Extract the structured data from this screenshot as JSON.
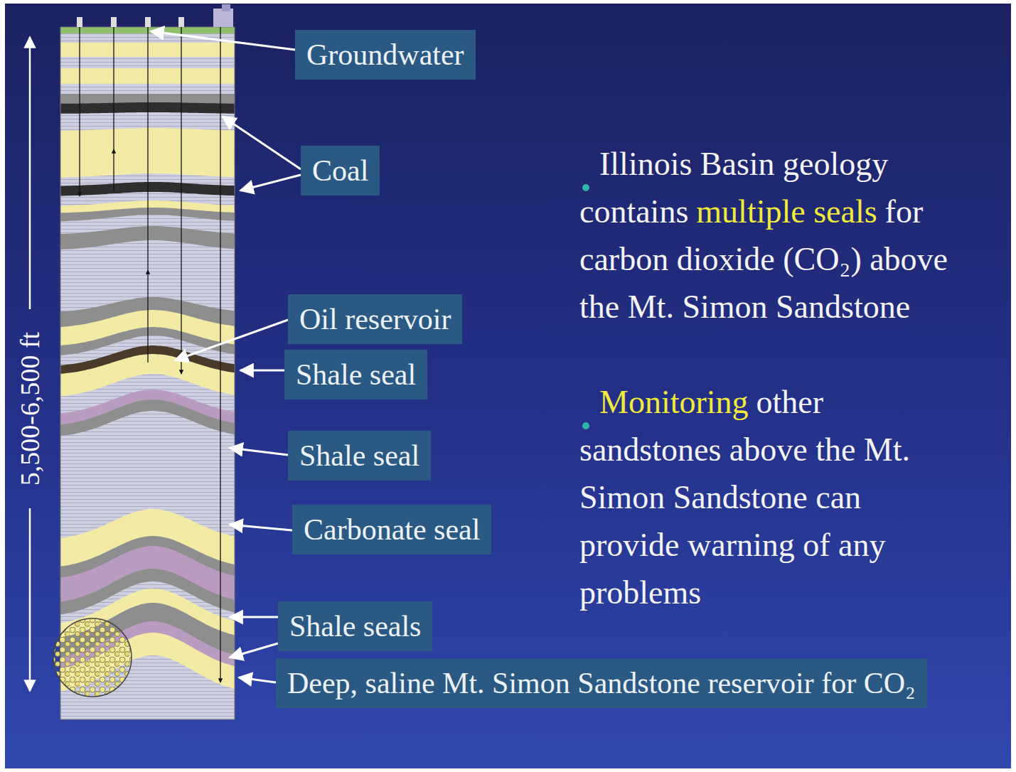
{
  "diagram": {
    "nodes": [
      {
        "text": [
          "Groundwater"
        ]
      },
      {
        "text": [
          "Coal"
        ]
      },
      {
        "text": [
          "Oil reservoir"
        ]
      },
      {
        "text": [
          "Shale seal"
        ]
      },
      {
        "text": [
          "Shale seal"
        ]
      },
      {
        "text": [
          "Carbonate seal"
        ]
      },
      {
        "text": [
          "Shale seals"
        ]
      },
      {
        "text": [
          "Deep, saline Mt. Simon Sandstone reservoir for CO₂"
        ]
      }
    ],
    "labels": [
      "5,500-6,500 ft",
      "Illinois Basin geology contains",
      "multiple seals",
      "for carbon dioxide (CO₂) above the Mt. Simon Sandstone",
      "Monitoring",
      "other sandstones above the Mt. Simon Sandstone can provide warning of any problems"
    ]
  }
}
